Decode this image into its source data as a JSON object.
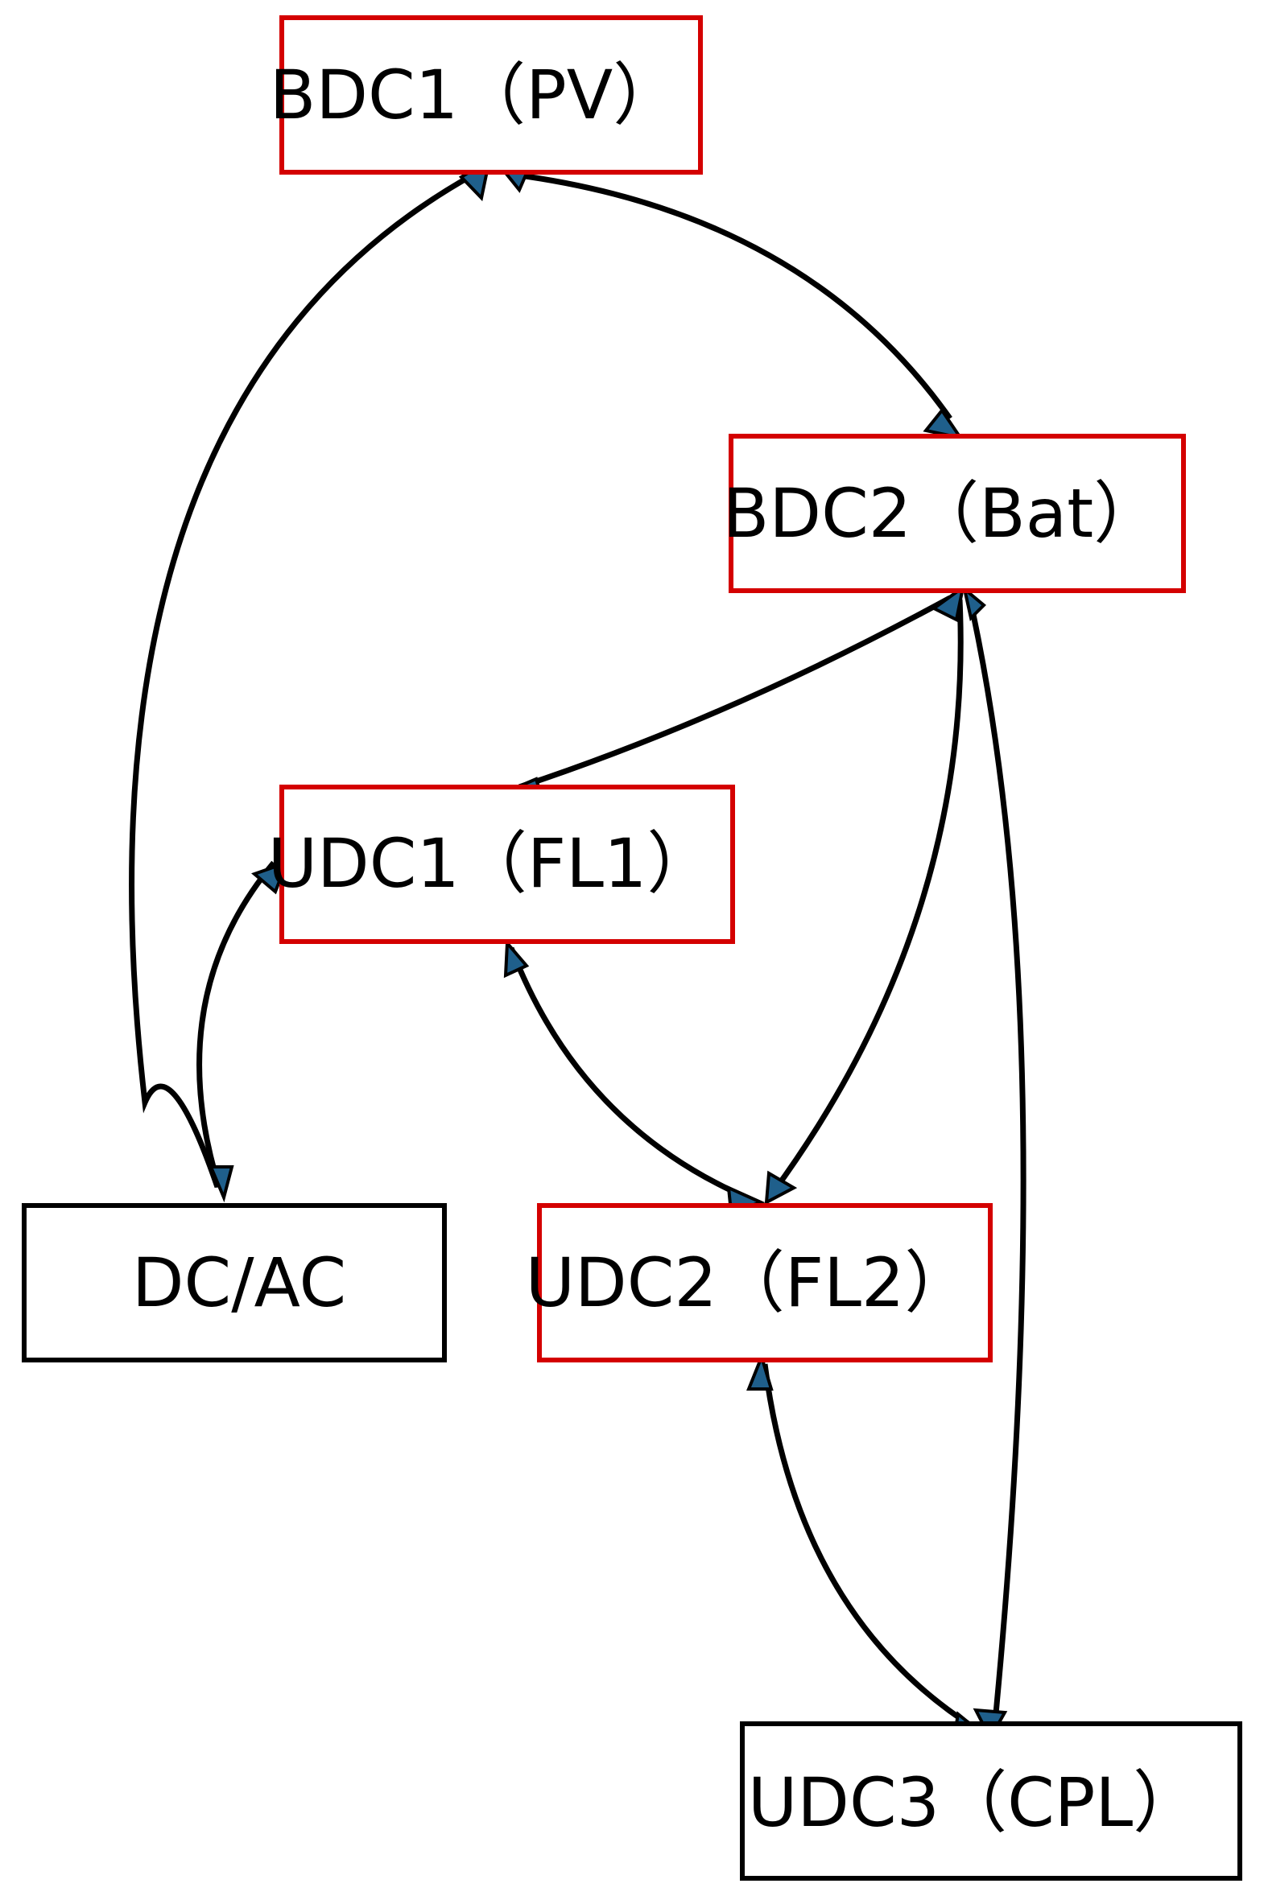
{
  "colors": {
    "highlight_border": "#d40000",
    "plain_border": "#000000",
    "edge": "#000000",
    "arrowhead_fill": "#1f5f8b"
  },
  "nodes": [
    {
      "id": "bdc1",
      "label": "BDC1（PV）",
      "style": "highlight"
    },
    {
      "id": "bdc2",
      "label": "BDC2（Bat）",
      "style": "highlight"
    },
    {
      "id": "udc1",
      "label": "UDC1（FL1）",
      "style": "highlight"
    },
    {
      "id": "dcac",
      "label": "DC/AC",
      "style": "plain"
    },
    {
      "id": "udc2",
      "label": "UDC2（FL2）",
      "style": "highlight"
    },
    {
      "id": "udc3",
      "label": "UDC3（CPL）",
      "style": "plain"
    }
  ],
  "edges": [
    {
      "from": "bdc1",
      "to": "bdc2",
      "direction": "both"
    },
    {
      "from": "bdc1",
      "to": "dcac",
      "direction": "both"
    },
    {
      "from": "bdc2",
      "to": "udc1",
      "direction": "both"
    },
    {
      "from": "bdc2",
      "to": "udc2",
      "direction": "both"
    },
    {
      "from": "bdc2",
      "to": "udc3",
      "direction": "both"
    },
    {
      "from": "udc1",
      "to": "dcac",
      "direction": "both"
    },
    {
      "from": "udc1",
      "to": "udc2",
      "direction": "both"
    },
    {
      "from": "udc2",
      "to": "udc3",
      "direction": "both"
    }
  ]
}
